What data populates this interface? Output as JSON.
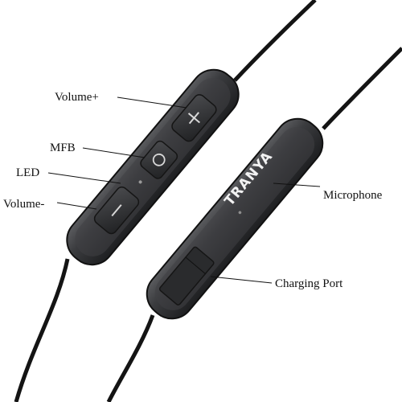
{
  "brand": "TRANYA",
  "labels": {
    "volume_up": "Volume+",
    "mfb": "MFB",
    "led": "LED",
    "volume_down": "Volume-",
    "microphone": "Microphone",
    "charging_port": "Charging Port"
  },
  "colors": {
    "body": "#3a3b3d",
    "body_dark": "#1c1d1f",
    "cable": "#141414",
    "button": "#2c2d2f"
  },
  "icons": {
    "plus": "plus-icon",
    "minus": "minus-icon",
    "power": "power-icon"
  }
}
